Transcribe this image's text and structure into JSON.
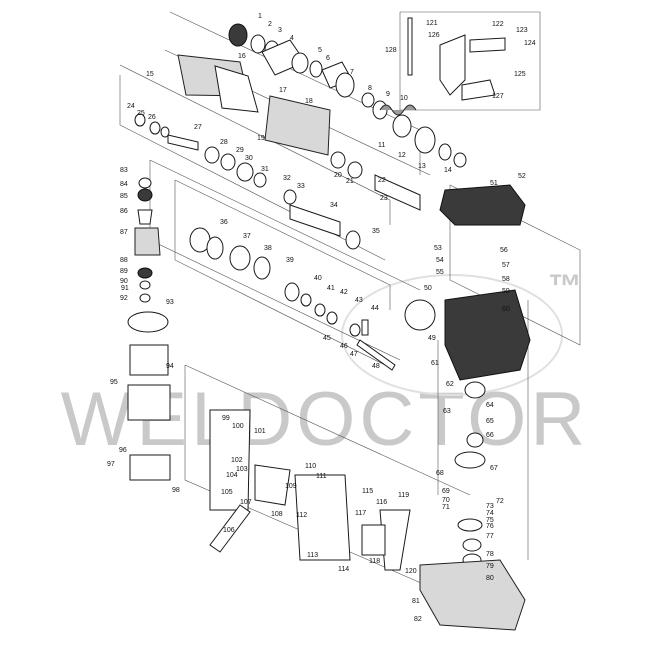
{
  "watermark": {
    "text": "WELDOCTOR",
    "mark": "™",
    "color": "#c9c9c9"
  },
  "diagram": {
    "type": "exploded-parts-view",
    "part_numbers": [
      "1",
      "2",
      "3",
      "4",
      "5",
      "6",
      "7",
      "8",
      "9",
      "10",
      "11",
      "12",
      "13",
      "14",
      "15",
      "16",
      "17",
      "18",
      "19",
      "20",
      "21",
      "22",
      "23",
      "24",
      "25",
      "26",
      "27",
      "28",
      "29",
      "30",
      "31",
      "32",
      "33",
      "34",
      "35",
      "36",
      "37",
      "38",
      "39",
      "40",
      "41",
      "42",
      "43",
      "44",
      "45",
      "46",
      "47",
      "48",
      "49",
      "50",
      "51",
      "52",
      "53",
      "54",
      "55",
      "56",
      "57",
      "58",
      "59",
      "60",
      "61",
      "62",
      "63",
      "64",
      "65",
      "66",
      "67",
      "68",
      "69",
      "70",
      "71",
      "72",
      "73",
      "74",
      "75",
      "76",
      "77",
      "78",
      "79",
      "80",
      "81",
      "82",
      "83",
      "84",
      "85",
      "86",
      "87",
      "88",
      "89",
      "90",
      "91",
      "92",
      "93",
      "94",
      "95",
      "96",
      "97",
      "98",
      "99",
      "100",
      "101",
      "102",
      "103",
      "104",
      "105",
      "106",
      "107",
      "108",
      "109",
      "110",
      "111",
      "112",
      "113",
      "114",
      "115",
      "116",
      "117",
      "118",
      "119",
      "120",
      "121",
      "122",
      "123",
      "124",
      "125",
      "126",
      "127",
      "128"
    ]
  }
}
